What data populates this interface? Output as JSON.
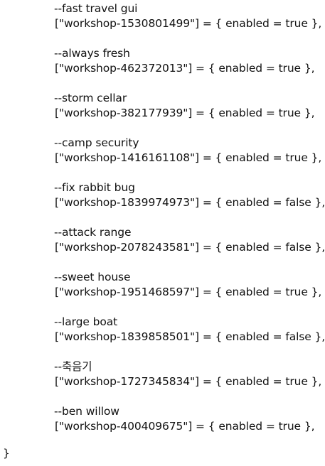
{
  "editor": {
    "entries": [
      {
        "comment": "--fast travel gui",
        "line": "[\"workshop-1530801499\"] = { enabled = true },"
      },
      {
        "comment": "--always fresh",
        "line": "[\"workshop-462372013\"] = { enabled = true },"
      },
      {
        "comment": "--storm cellar",
        "line": "[\"workshop-382177939\"] = { enabled = true },"
      },
      {
        "comment": "--camp security",
        "line": "[\"workshop-1416161108\"] = { enabled = true },"
      },
      {
        "comment": "--fix rabbit bug",
        "line": "[\"workshop-1839974973\"] = { enabled = false },"
      },
      {
        "comment": "--attack range",
        "line": "[\"workshop-2078243581\"] = { enabled = false },"
      },
      {
        "comment": "--sweet house",
        "line": "[\"workshop-1951468597\"] = { enabled = true },"
      },
      {
        "comment": "--large boat",
        "line": "[\"workshop-1839858501\"] = { enabled = false },"
      },
      {
        "comment": "--축음기",
        "line": "[\"workshop-1727345834\"] = { enabled = true },"
      },
      {
        "comment": "--ben willow",
        "line": "[\"workshop-400409675\"] = { enabled = true },"
      }
    ],
    "closing_brace": "}"
  }
}
